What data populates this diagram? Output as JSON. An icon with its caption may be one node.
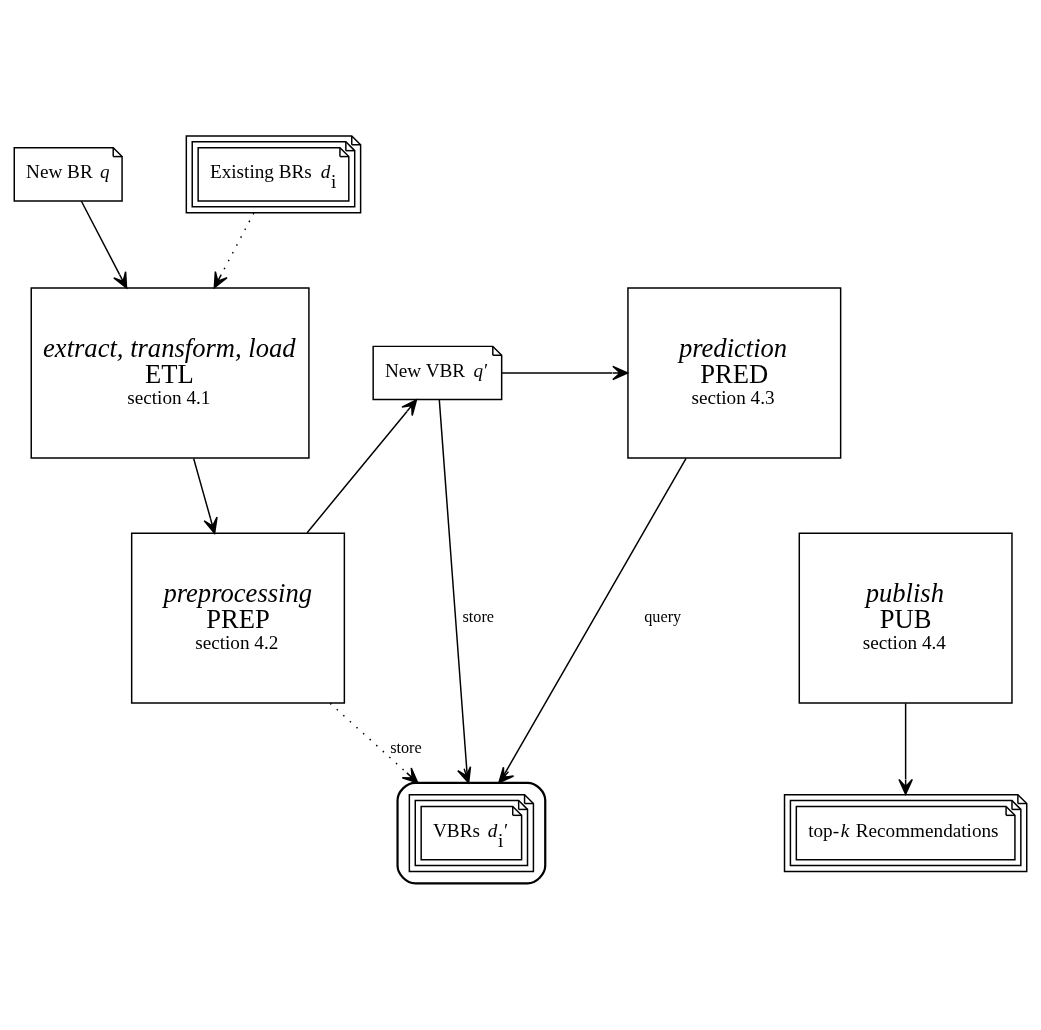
{
  "diagram": {
    "nodes": [
      {
        "text": [
          "New BR *q*"
        ]
      },
      {
        "text": [
          "Existing BRs *d*$_{i}$"
        ]
      },
      {
        "text": [
          "extract, transform, load",
          "ETL",
          "section 4.1"
        ]
      },
      {
        "text": [
          "preprocessing",
          "PREP",
          "section 4.2"
        ]
      },
      {
        "text": [
          "New VBR *q*′"
        ]
      },
      {
        "text": [],
        "shape": "cylinder"
      },
      {
        "text": [
          "VBRs *d*$_{i}$′"
        ],
        "in": 5
      },
      {
        "text": [
          "prediction",
          "PRED",
          "section 4.3"
        ]
      },
      {
        "text": [
          "publish",
          "PUB",
          "section 4.4"
        ]
      },
      {
        "text": [
          "top-*k* Recommendations"
        ]
      }
    ],
    "edges": [
      {
        "from": 0,
        "to": 2,
        "arrow": "to"
      },
      {
        "from": 1,
        "to": 2,
        "arrow": "to",
        "style": "dashed"
      },
      {
        "from": 2,
        "to": 3,
        "arrow": "to"
      },
      {
        "from": 3,
        "to": 4,
        "arrow": "to"
      },
      {
        "from": 4,
        "to": 7,
        "arrow": "to"
      },
      {
        "from": 4,
        "to": 5,
        "arrow": "to",
        "label": "store"
      },
      {
        "from": 7,
        "to": 5,
        "arrow": "to",
        "label": "query"
      },
      {
        "from": 3,
        "to": 5,
        "arrow": "to",
        "label": "store",
        "style": "dashed"
      },
      {
        "from": 8,
        "to": 9,
        "arrow": "to"
      }
    ]
  }
}
